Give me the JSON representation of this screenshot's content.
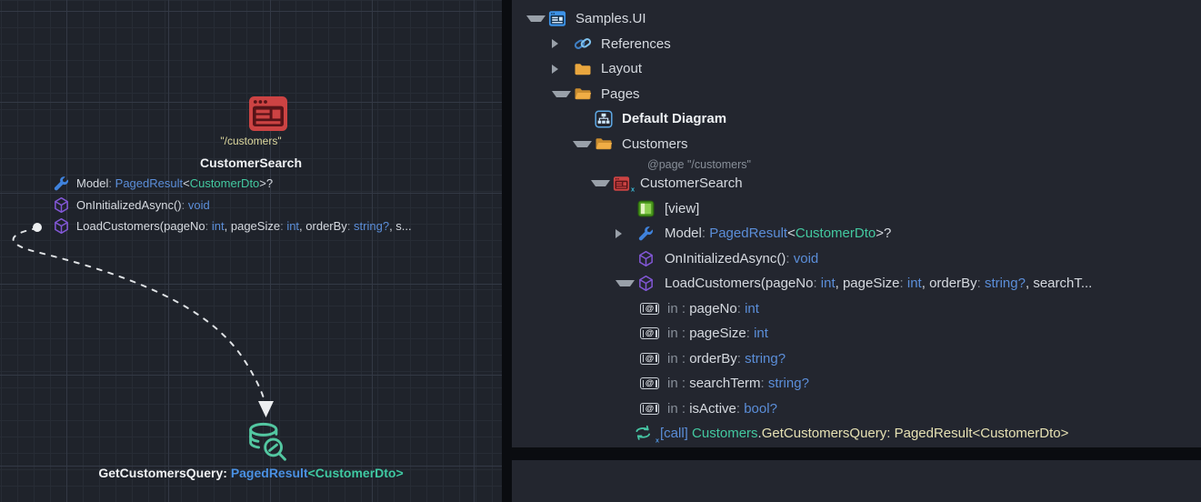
{
  "colors": {
    "accent_blue": "#5b8ed9",
    "teal": "#43c9a0",
    "cream": "#e6e1b3",
    "folder_orange": "#e9a63e",
    "node_red": "#cc4343",
    "cube_purple": "#8257d6",
    "view_green": "#8ccf52",
    "canvas_bg": "#1f232b",
    "panel_bg": "#23262f"
  },
  "icons": {
    "samples_ui": "blue-app-window",
    "references": "chain-link",
    "folder": "orange-folder",
    "default_diagram": "org-chart-outline",
    "customer_search": "red-page-window",
    "view": "green-layout",
    "model": "blue-wrench",
    "operation": "purple-cube",
    "parameter": "boxed-at-sign",
    "call": "exchange-arrows",
    "target": "database-with-magnifier",
    "param_at": "@",
    "decor_x": "ₓ"
  },
  "diagram": {
    "route_label": "\"/customers\"",
    "title": "CustomerSearch",
    "members": {
      "model": {
        "segments": [
          {
            "t": "Model",
            "c": "fg"
          },
          {
            "t": ": ",
            "c": "dim"
          },
          {
            "t": "PagedResult",
            "c": "blue"
          },
          {
            "t": "<",
            "c": "fg"
          },
          {
            "t": "CustomerDto",
            "c": "teal"
          },
          {
            "t": ">?",
            "c": "fg"
          }
        ]
      },
      "on_initialized": {
        "segments": [
          {
            "t": "OnInitializedAsync()",
            "c": "fg"
          },
          {
            "t": ": ",
            "c": "dim"
          },
          {
            "t": "void",
            "c": "blue"
          }
        ]
      },
      "load_customers": {
        "segments": [
          {
            "t": "LoadCustomers(",
            "c": "fg"
          },
          {
            "t": "pageNo",
            "c": "fg"
          },
          {
            "t": ": ",
            "c": "dim"
          },
          {
            "t": "int",
            "c": "blue"
          },
          {
            "t": ", ",
            "c": "fg"
          },
          {
            "t": "pageSize",
            "c": "fg"
          },
          {
            "t": ": ",
            "c": "dim"
          },
          {
            "t": "int",
            "c": "blue"
          },
          {
            "t": ", ",
            "c": "fg"
          },
          {
            "t": "orderBy",
            "c": "fg"
          },
          {
            "t": ": ",
            "c": "dim"
          },
          {
            "t": "string?",
            "c": "blue"
          },
          {
            "t": ", s...",
            "c": "fg"
          }
        ]
      }
    },
    "target_label": {
      "segments": [
        {
          "t": "GetCustomersQuery: ",
          "c": "white"
        },
        {
          "t": "PagedResult",
          "c": "bblue"
        },
        {
          "t": "<CustomerDto>",
          "c": "bteal"
        }
      ]
    }
  },
  "tree": {
    "samples_ui": {
      "label": "Samples.UI"
    },
    "references": {
      "label": "References"
    },
    "layout": {
      "label": "Layout"
    },
    "pages": {
      "label": "Pages"
    },
    "default_diagram": {
      "label": "Default Diagram"
    },
    "customers": {
      "label": "Customers"
    },
    "page_annotation": {
      "label": "@page \"/customers\""
    },
    "customer_search": {
      "label": "CustomerSearch"
    },
    "view": {
      "label": "[view]"
    },
    "model": {
      "segments": [
        {
          "t": "Model",
          "c": "fg"
        },
        {
          "t": ": ",
          "c": "dim"
        },
        {
          "t": "PagedResult",
          "c": "blue"
        },
        {
          "t": "<",
          "c": "fg"
        },
        {
          "t": "CustomerDto",
          "c": "teal"
        },
        {
          "t": ">?",
          "c": "fg"
        }
      ]
    },
    "on_initialized": {
      "segments": [
        {
          "t": "OnInitializedAsync()",
          "c": "fg"
        },
        {
          "t": ": ",
          "c": "dim"
        },
        {
          "t": "void",
          "c": "blue"
        }
      ]
    },
    "load_customers": {
      "segments": [
        {
          "t": "LoadCustomers(",
          "c": "fg"
        },
        {
          "t": "pageNo",
          "c": "fg"
        },
        {
          "t": ": ",
          "c": "dim"
        },
        {
          "t": "int",
          "c": "blue"
        },
        {
          "t": ", ",
          "c": "fg"
        },
        {
          "t": "pageSize",
          "c": "fg"
        },
        {
          "t": ": ",
          "c": "dim"
        },
        {
          "t": "int",
          "c": "blue"
        },
        {
          "t": ", ",
          "c": "fg"
        },
        {
          "t": "orderBy",
          "c": "fg"
        },
        {
          "t": ": ",
          "c": "dim"
        },
        {
          "t": "string?",
          "c": "blue"
        },
        {
          "t": ", ",
          "c": "fg"
        },
        {
          "t": "searchT...",
          "c": "fg"
        }
      ]
    },
    "params": [
      {
        "segments": [
          {
            "t": "in : ",
            "c": "dim"
          },
          {
            "t": "pageNo",
            "c": "fg"
          },
          {
            "t": ": ",
            "c": "dim"
          },
          {
            "t": "int",
            "c": "blue"
          }
        ]
      },
      {
        "segments": [
          {
            "t": "in : ",
            "c": "dim"
          },
          {
            "t": "pageSize",
            "c": "fg"
          },
          {
            "t": ": ",
            "c": "dim"
          },
          {
            "t": "int",
            "c": "blue"
          }
        ]
      },
      {
        "segments": [
          {
            "t": "in : ",
            "c": "dim"
          },
          {
            "t": "orderBy",
            "c": "fg"
          },
          {
            "t": ": ",
            "c": "dim"
          },
          {
            "t": "string?",
            "c": "blue"
          }
        ]
      },
      {
        "segments": [
          {
            "t": "in : ",
            "c": "dim"
          },
          {
            "t": "searchTerm",
            "c": "fg"
          },
          {
            "t": ": ",
            "c": "dim"
          },
          {
            "t": "string?",
            "c": "blue"
          }
        ]
      },
      {
        "segments": [
          {
            "t": "in : ",
            "c": "dim"
          },
          {
            "t": "isActive",
            "c": "fg"
          },
          {
            "t": ": ",
            "c": "dim"
          },
          {
            "t": "bool?",
            "c": "blue"
          }
        ]
      }
    ],
    "call": {
      "segments": [
        {
          "t": "[call] ",
          "c": "blue"
        },
        {
          "t": "Customers",
          "c": "teal"
        },
        {
          "t": ".",
          "c": "fg"
        },
        {
          "t": "GetCustomersQuery: PagedResult<CustomerDto>",
          "c": "cream"
        }
      ]
    }
  }
}
